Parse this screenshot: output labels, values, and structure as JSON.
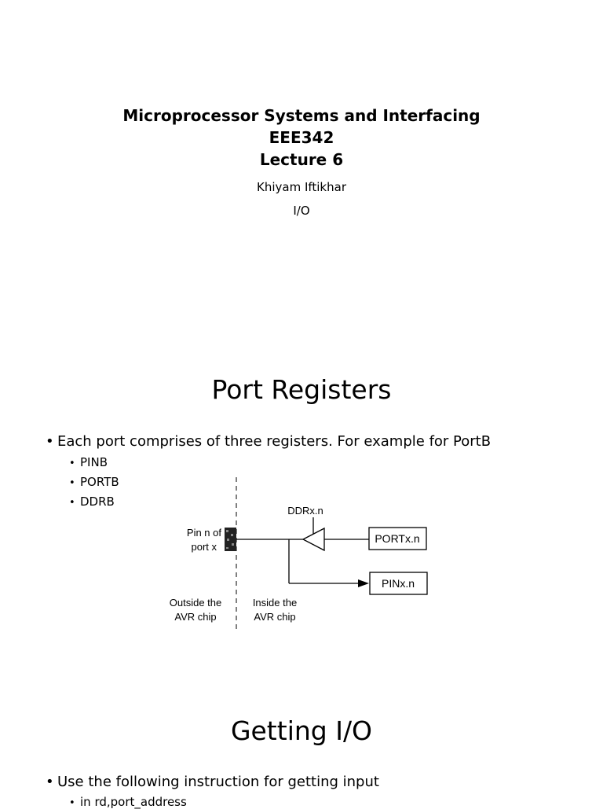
{
  "slide1": {
    "title_lines": [
      "Microprocessor Systems and Interfacing",
      "EEE342",
      "Lecture 6"
    ],
    "author": "Khiyam Iftikhar",
    "topic": "I/O"
  },
  "slide2": {
    "heading": "Port Registers",
    "bullet": "Each port comprises of three registers. For example for PortB",
    "sub_bullets": [
      "PINB",
      "PORTB",
      "DDRB"
    ],
    "diagram": {
      "ddr_label": "DDRx.n",
      "pin_label_line1": "Pin n of",
      "pin_label_line2": "port x",
      "portx_box": "PORTx.n",
      "pinx_box": "PINx.n",
      "outside_line1": "Outside the",
      "outside_line2": "AVR chip",
      "inside_line1": "Inside the",
      "inside_line2": "AVR chip"
    }
  },
  "slide3": {
    "heading": "Getting I/O",
    "bullet": "Use the following instruction for getting input",
    "sub_bullet": "in rd,port_address"
  }
}
